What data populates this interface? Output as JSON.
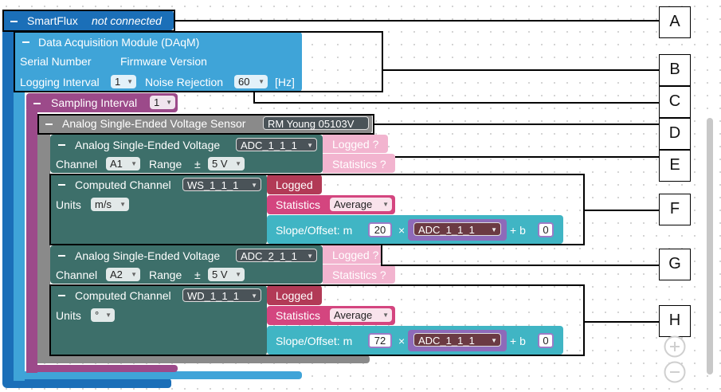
{
  "smartflux": {
    "title": "SmartFlux",
    "status": "not connected"
  },
  "daqm": {
    "title": "Data Acquisition Module (DAqM)",
    "serial_label": "Serial Number",
    "firmware_label": "Firmware Version",
    "logging_label": "Logging Interval",
    "logging_value": "1",
    "noise_label": "Noise Rejection",
    "noise_value": "60",
    "noise_unit": "[Hz]"
  },
  "sampling": {
    "label": "Sampling Interval",
    "value": "1"
  },
  "sensor": {
    "label": "Analog Single-Ended Voltage Sensor",
    "model": "RM Young 05103V"
  },
  "analog1": {
    "label": "Analog Single-Ended Voltage",
    "name": "ADC_1_1_1",
    "channel_label": "Channel",
    "channel_value": "A1",
    "range_label": "Range",
    "pm": "±",
    "range_value": "5 V",
    "logged": "Logged ?",
    "statistics": "Statistics ?"
  },
  "computed1": {
    "label": "Computed Channel",
    "name": "WS_1_1_1",
    "units_label": "Units",
    "units_value": "m/s",
    "logged": "Logged",
    "statistics_label": "Statistics",
    "statistics_value": "Average",
    "slope_label": "Slope/Offset: m",
    "m_value": "20",
    "times": "×",
    "var": "ADC_1_1_1",
    "plus_b": "+ b",
    "b_value": "0"
  },
  "analog2": {
    "label": "Analog Single-Ended Voltage",
    "name": "ADC_2_1_1",
    "channel_label": "Channel",
    "channel_value": "A2",
    "range_label": "Range",
    "pm": "±",
    "range_value": "5 V",
    "logged": "Logged ?",
    "statistics": "Statistics ?"
  },
  "computed2": {
    "label": "Computed Channel",
    "name": "WD_1_1_1",
    "units_label": "Units",
    "units_value": "°",
    "logged": "Logged",
    "statistics_label": "Statistics",
    "statistics_value": "Average",
    "slope_label": "Slope/Offset: m",
    "m_value": "72",
    "times": "×",
    "var": "ADC_1_1_1",
    "plus_b": "+ b",
    "b_value": "0"
  },
  "callouts": [
    "A",
    "B",
    "C",
    "D",
    "E",
    "F",
    "G",
    "H"
  ],
  "colors": {
    "smartflux": "#1b6fb8",
    "daqm": "#3fa4d8",
    "sampling": "#9c4a8a",
    "sensor": "#8a8a8a",
    "analog": "#3d6f6a",
    "logged": "#b23a56",
    "statistics": "#d4457f",
    "slope": "#40b5c4",
    "ghost_pink": "#f2b4cf"
  },
  "zoom_controls": {
    "zoom_in": "plus-circle-icon",
    "zoom_out": "minus-circle-icon"
  }
}
